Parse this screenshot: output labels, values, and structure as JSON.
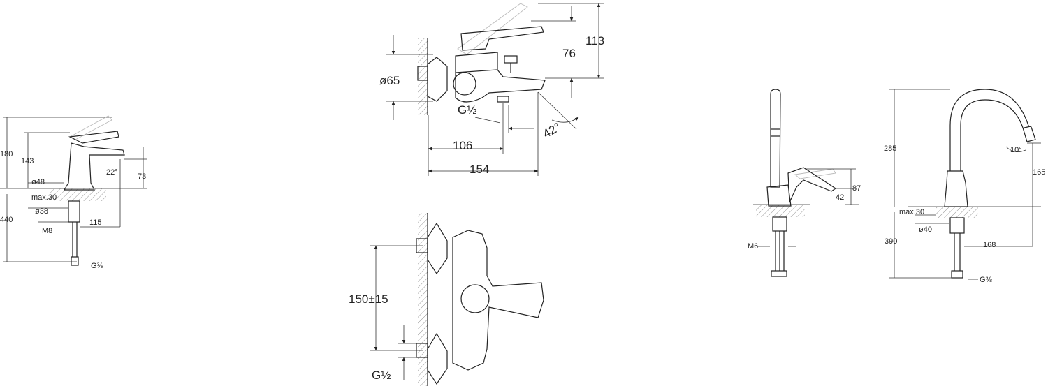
{
  "basin_mixer": {
    "dims": {
      "d180": "180",
      "d143": "143",
      "d73": "73",
      "d22": "22°",
      "d48": "ø48",
      "max30": "max.30",
      "d38": "ø38",
      "d440": "440",
      "m8": "M8",
      "d115": "115",
      "g38": "G⅜"
    }
  },
  "bath_mixer": {
    "dims": {
      "d113": "113",
      "d76": "76",
      "d65": "ø65",
      "g12": "G½",
      "d42": "42°",
      "d106": "106",
      "d154": "154"
    }
  },
  "shower_mixer": {
    "dims": {
      "d150": "150±15",
      "g12": "G½"
    }
  },
  "sink_mixer": {
    "dims": {
      "d87": "87",
      "d42": "42",
      "m6": "M6"
    }
  },
  "swivel_mixer": {
    "dims": {
      "d285": "285",
      "d10": "10°",
      "d165": "165",
      "max30": "max.30",
      "d40": "ø40",
      "d390": "390",
      "d168": "168",
      "g38": "G⅜"
    }
  }
}
